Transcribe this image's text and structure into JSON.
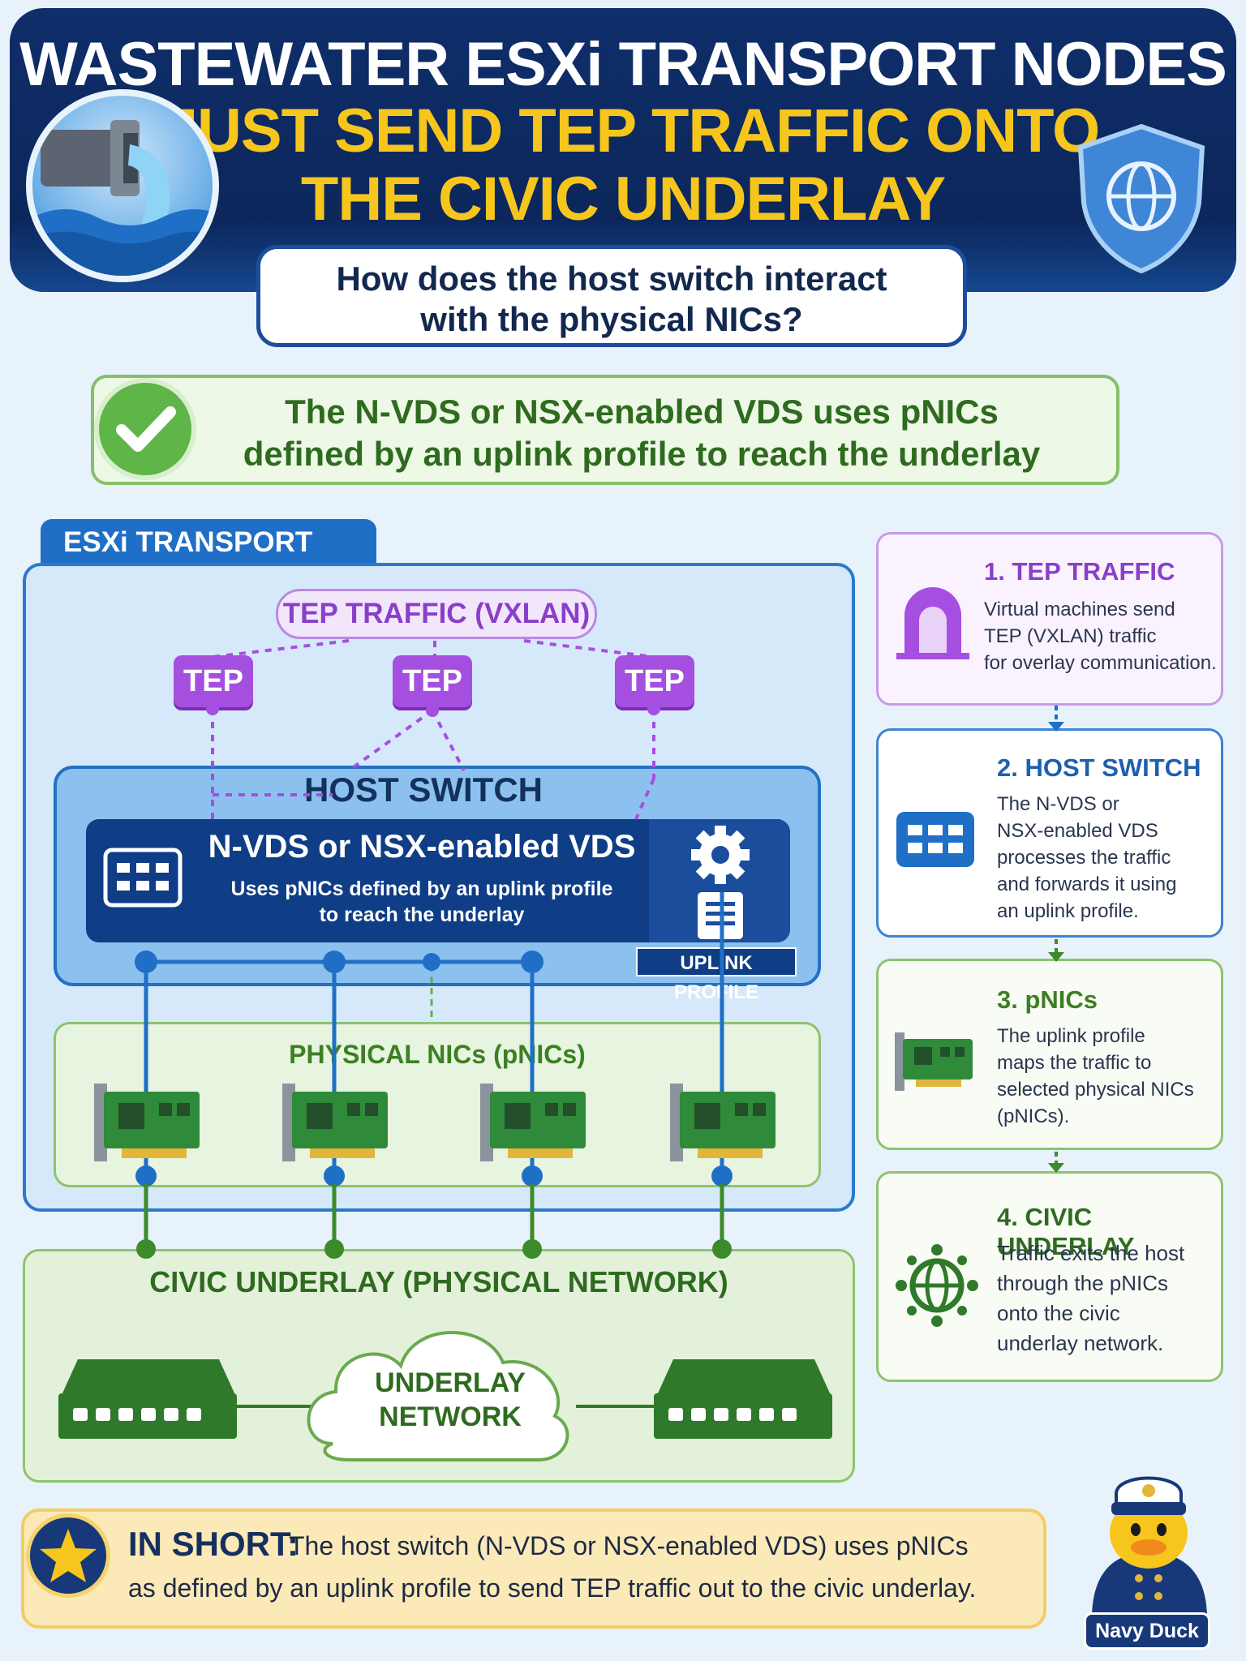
{
  "header": {
    "line1": "WASTEWATER ESXi TRANSPORT NODES",
    "line2": "MUST SEND TEP TRAFFIC ONTO",
    "line3": "THE CIVIC UNDERLAY",
    "left_icon": "pipe-water-icon",
    "right_icon": "globe-shield-icon"
  },
  "question": {
    "line1": "How does the host switch interact",
    "line2": "with the physical NICs?"
  },
  "answer": {
    "line1": "The N-VDS or NSX-enabled VDS uses pNICs",
    "line2": "defined by an uplink profile to reach the underlay",
    "icon": "check-icon"
  },
  "diagram": {
    "node_title": "ESXi TRANSPORT NODE",
    "tep_traffic": "TEP TRAFFIC (VXLAN)",
    "teps": [
      "TEP",
      "TEP",
      "TEP"
    ],
    "host_switch": "HOST SWITCH",
    "nvds_title": "N-VDS or NSX-enabled VDS",
    "nvds_sub1": "Uses pNICs defined by an uplink profile",
    "nvds_sub2": "to reach the underlay",
    "uplink_profile": "UPLINK PROFILE",
    "pnics": "PHYSICAL NICs (pNICs)",
    "underlay": "CIVIC UNDERLAY (PHYSICAL NETWORK)",
    "cloud_line1": "UNDERLAY",
    "cloud_line2": "NETWORK"
  },
  "steps": [
    {
      "title": "1. TEP TRAFFIC",
      "lines": [
        "Virtual machines send",
        "TEP (VXLAN) traffic",
        "for overlay communication."
      ],
      "icon": "tunnel-icon",
      "color": "#8a3fc9"
    },
    {
      "title": "2. HOST SWITCH",
      "lines": [
        "The N-VDS or",
        "NSX-enabled VDS",
        "processes the traffic",
        "and forwards it using",
        "an uplink profile."
      ],
      "icon": "switch-icon",
      "color": "#1f5fb0"
    },
    {
      "title": "3. pNICs",
      "lines": [
        "The uplink profile",
        "maps the traffic to",
        "selected physical NICs",
        "(pNICs)."
      ],
      "icon": "nic-card-icon",
      "color": "#3d7f23"
    },
    {
      "title": "4. CIVIC UNDERLAY",
      "lines": [
        "Traffic exits the host",
        "through the pNICs",
        "onto the civic",
        "underlay network."
      ],
      "icon": "network-globe-icon",
      "color": "#2e6b1f"
    }
  ],
  "summary": {
    "lead": "IN SHORT:",
    "line1": "The host switch (N-VDS or NSX-enabled VDS) uses pNICs",
    "line2": "as defined by an uplink profile to send TEP traffic out to the civic underlay.",
    "icon": "star-icon"
  },
  "mascot": {
    "badge": "Navy Duck",
    "icon": "navy-duck-icon"
  }
}
